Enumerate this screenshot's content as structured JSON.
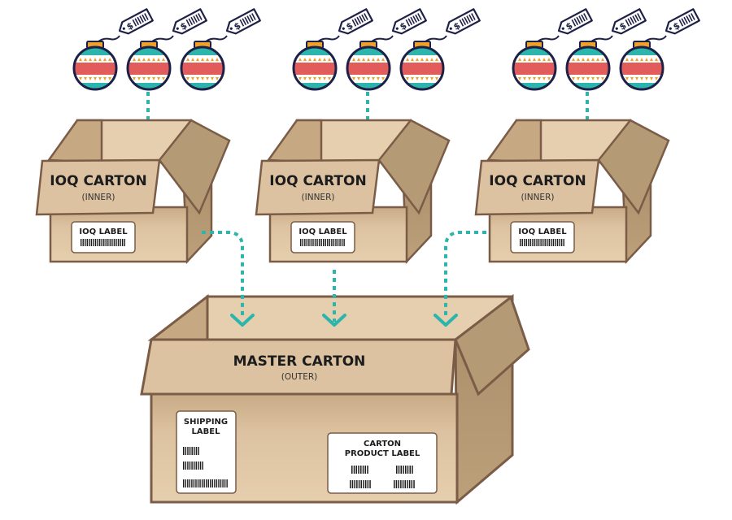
{
  "colors": {
    "cardboard_front": "#dcc2a0",
    "cardboard_light": "#e6cfae",
    "cardboard_side": "#b49a75",
    "cardboard_inside": "#c6a882",
    "outline": "#7a5c47",
    "arrow": "#2bb5ad",
    "ornament_teal": "#2bb5ad",
    "ornament_red": "#e25c5c",
    "ornament_cap": "#f0a12a",
    "ornament_outline": "#1e2147"
  },
  "inner_cartons": [
    {
      "title": "IOQ CARTON",
      "subtitle": "(INNER)",
      "label": "IOQ LABEL",
      "ornament_count": 3,
      "price_symbol": "$"
    },
    {
      "title": "IOQ CARTON",
      "subtitle": "(INNER)",
      "label": "IOQ LABEL",
      "ornament_count": 3,
      "price_symbol": "$"
    },
    {
      "title": "IOQ CARTON",
      "subtitle": "(INNER)",
      "label": "IOQ LABEL",
      "ornament_count": 3,
      "price_symbol": "$"
    }
  ],
  "master_carton": {
    "title": "MASTER CARTON",
    "subtitle": "(OUTER)",
    "shipping_label": {
      "line1": "SHIPPING",
      "line2": "LABEL"
    },
    "product_label": {
      "line1": "CARTON",
      "line2": "PRODUCT LABEL"
    }
  }
}
